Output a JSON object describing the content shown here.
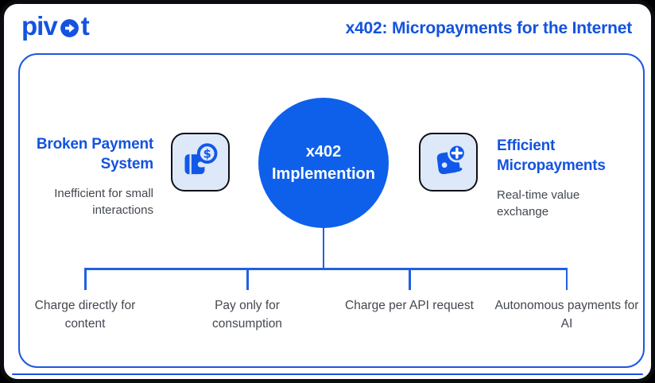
{
  "header": {
    "logo_text_left": "piv",
    "logo_text_right": "t",
    "title": "x402: Micropayments for the Internet"
  },
  "center_node": {
    "line1": "x402",
    "line2": "Implemention"
  },
  "left_node": {
    "heading": "Broken Payment System",
    "description": "Inefficient for small interactions",
    "icon": "wallet-dollar-icon"
  },
  "right_node": {
    "heading": "Efficient Micropayments",
    "description": "Real-time value exchange",
    "icon": "wallet-plus-icon"
  },
  "branches": [
    {
      "label": "Charge directly for content"
    },
    {
      "label": "Pay only for consumption"
    },
    {
      "label": "Charge per API request"
    },
    {
      "label": "Autonomous payments for AI"
    }
  ],
  "colors": {
    "brand_blue": "#1353df",
    "circle_blue": "#0e60ea",
    "connector_blue": "#2160e4",
    "icon_blue": "#1158e8",
    "icon_tile_bg": "#dde9f9",
    "body_text": "#43484f",
    "outer_border": "#0b0c10"
  }
}
